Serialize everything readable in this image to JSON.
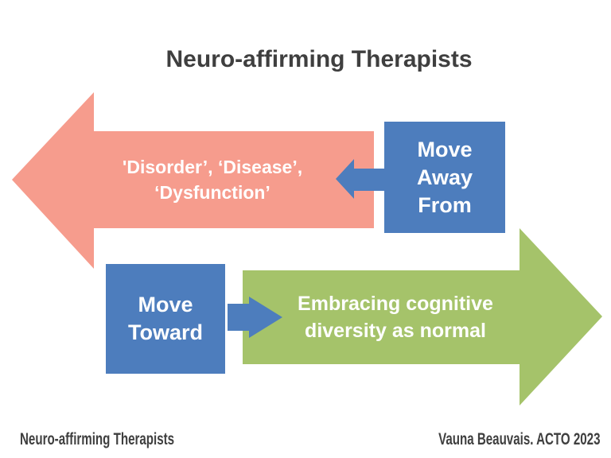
{
  "title": "Neuro-affirming Therapists",
  "colors": {
    "salmon": "#F69C8D",
    "blue": "#4D7DBD",
    "green": "#A5C36A",
    "text_dark": "#3F3F3F",
    "text_light": "#FFFFFF"
  },
  "away_flow": {
    "arrow_label_lines": [
      "'Disorder’, ‘Disease’,",
      "‘Dysfunction’"
    ],
    "box_lines": [
      "Move",
      "Away",
      "From"
    ]
  },
  "toward_flow": {
    "box_lines": [
      "Move",
      "Toward"
    ],
    "arrow_label_lines": [
      "Embracing cognitive",
      "diversity as normal"
    ]
  },
  "footer": {
    "left": "Neuro-affirming Therapists",
    "right": "Vauna Beauvais. ACTO 2023"
  }
}
